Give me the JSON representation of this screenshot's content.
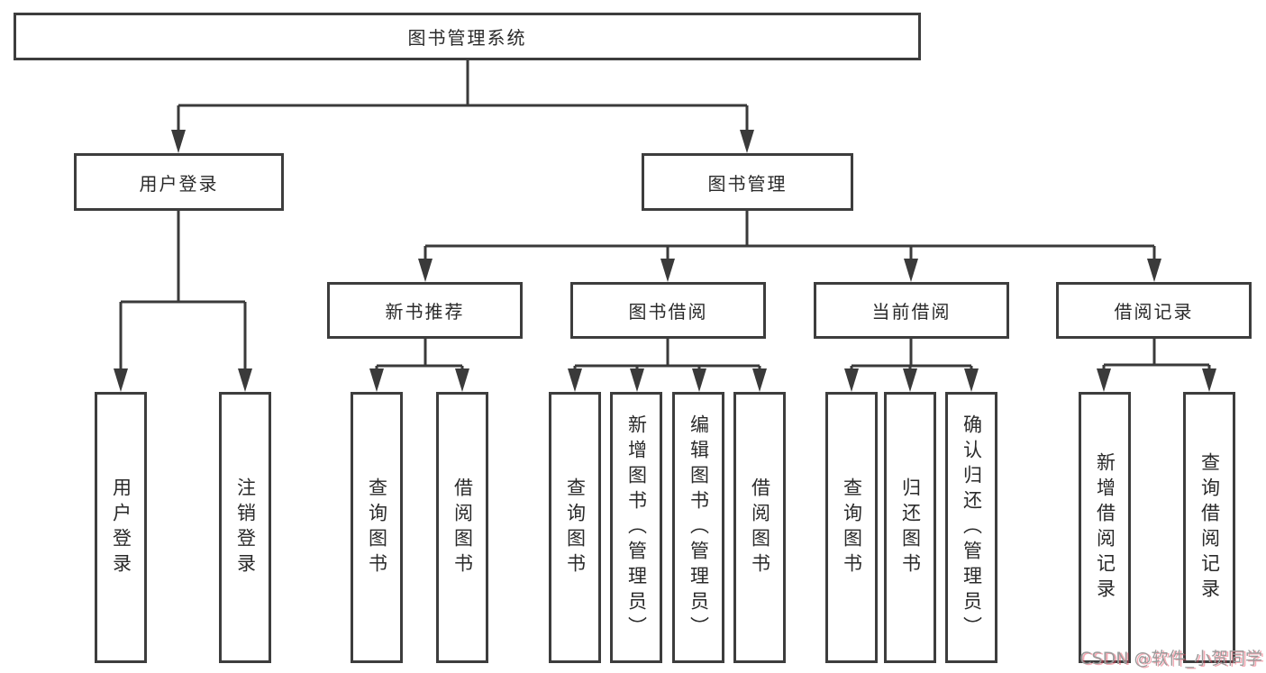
{
  "tree": {
    "root": {
      "label": "图书管理系统",
      "children": [
        {
          "label": "用户登录",
          "children": [
            {
              "label": "用户登录"
            },
            {
              "label": "注销登录"
            }
          ]
        },
        {
          "label": "图书管理",
          "children": [
            {
              "label": "新书推荐",
              "children": [
                {
                  "label": "查询图书"
                },
                {
                  "label": "借阅图书"
                }
              ]
            },
            {
              "label": "图书借阅",
              "children": [
                {
                  "label": "查询图书"
                },
                {
                  "label": "新增图书（管理员）"
                },
                {
                  "label": "编辑图书（管理员）"
                },
                {
                  "label": "借阅图书"
                }
              ]
            },
            {
              "label": "当前借阅",
              "children": [
                {
                  "label": "查询图书"
                },
                {
                  "label": "归还图书"
                },
                {
                  "label": "确认归还（管理员）"
                }
              ]
            },
            {
              "label": "借阅记录",
              "children": [
                {
                  "label": "新增借阅记录"
                },
                {
                  "label": "查询借阅记录"
                }
              ]
            }
          ]
        }
      ]
    }
  },
  "watermark": {
    "text": "CSDN @软件_小贺同学"
  },
  "colors": {
    "line": "#3a3a3a",
    "box_border": "#3d3d3d",
    "text": "#2a2a2a",
    "watermark_gray": "#9b9b9b",
    "watermark_accent": "#e94057",
    "background": "#ffffff"
  }
}
